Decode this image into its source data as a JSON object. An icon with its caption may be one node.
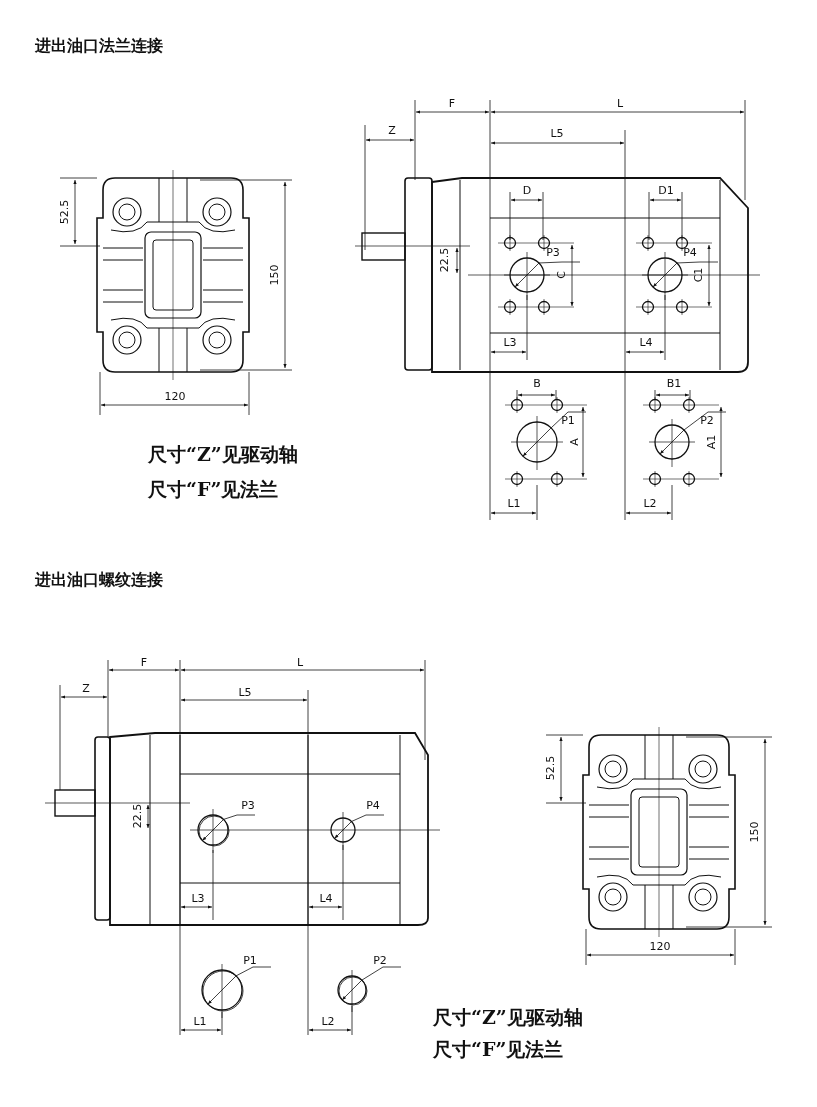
{
  "diagram": {
    "labels": [
      "进出油口法兰连接",
      "F",
      "L",
      "Z",
      "L5",
      "52.5",
      "D",
      "D1",
      "150",
      "22.5",
      "P3",
      "P4",
      "C",
      "C1",
      "L3",
      "L4",
      "120",
      "B",
      "B1",
      "P1",
      "P2",
      "A",
      "A1",
      "尺寸“Z”见驱动轴",
      "L1",
      "L2",
      "尺寸“F”见法兰",
      "进出油口螺纹连接",
      "F",
      "L",
      "Z",
      "L5",
      "52.5",
      "22.5",
      "P3",
      "P4",
      "150",
      "L3",
      "L4",
      "120",
      "P1",
      "P2",
      "L1",
      "L2",
      "尺寸“Z”见驱动轴",
      "尺寸“F”见法兰"
    ]
  }
}
